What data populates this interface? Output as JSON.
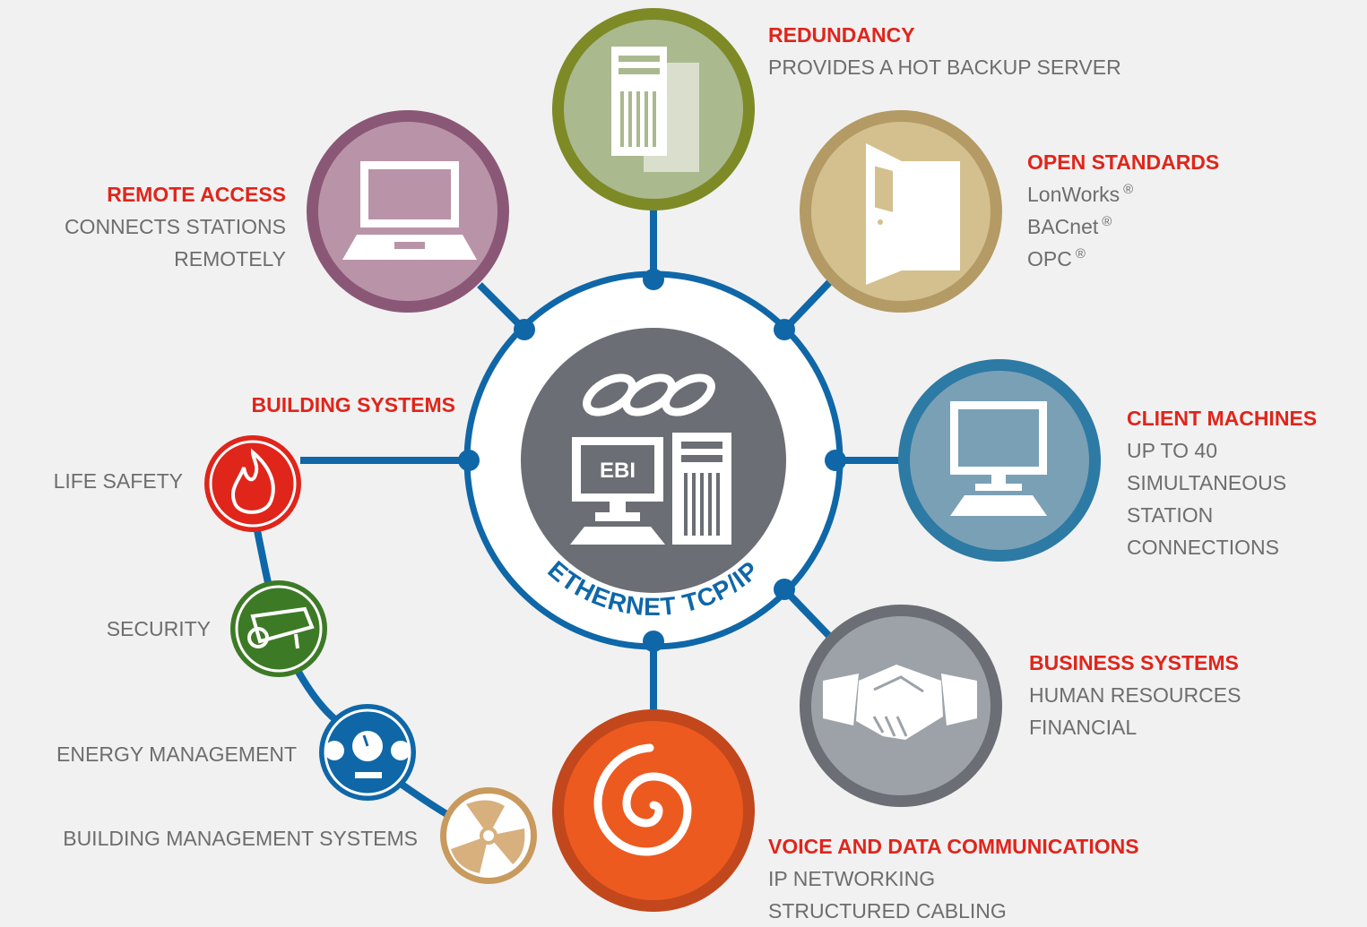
{
  "center": {
    "screen_label": "EBI",
    "ring_text": "ETHERNET TCP/IP"
  },
  "features": {
    "redundancy": {
      "title": "REDUNDANCY",
      "lines": [
        "PROVIDES A HOT BACKUP SERVER"
      ]
    },
    "open_standards": {
      "title": "OPEN STANDARDS",
      "lines": [
        "LonWorks",
        "BACnet",
        "OPC"
      ],
      "mark": "®"
    },
    "remote_access": {
      "title": "REMOTE ACCESS",
      "lines": [
        "CONNECTS STATIONS",
        "REMOTELY"
      ]
    },
    "client_machines": {
      "title": "CLIENT MACHINES",
      "lines": [
        "UP TO 40",
        "SIMULTANEOUS",
        "STATION",
        "CONNECTIONS"
      ]
    },
    "business_systems": {
      "title": "BUSINESS SYSTEMS",
      "lines": [
        "HUMAN RESOURCES",
        "FINANCIAL"
      ]
    },
    "voice_data": {
      "title": "VOICE AND DATA COMMUNICATIONS",
      "lines": [
        "IP NETWORKING",
        "STRUCTURED CABLING"
      ]
    }
  },
  "building_systems": {
    "title": "BUILDING SYSTEMS",
    "items": [
      "LIFE SAFETY",
      "SECURITY",
      "ENERGY MANAGEMENT",
      "BUILDING MANAGEMENT SYSTEMS"
    ]
  },
  "colors": {
    "network_blue": "#0f67a8",
    "center_gray": "#6b6e74",
    "redundancy": "#7d8a26",
    "open_standards": "#b49a64",
    "remote_access": "#8a5876",
    "client_machines": "#2d7aa4",
    "business_systems": "#6b6e74",
    "voice_data": "#c2471c",
    "life_safety": "#e0251b",
    "security": "#3d7a26",
    "energy": "#0f67a8",
    "bms": "#c99a5e",
    "heading": "#e0251b",
    "text": "#6d6d6d"
  }
}
